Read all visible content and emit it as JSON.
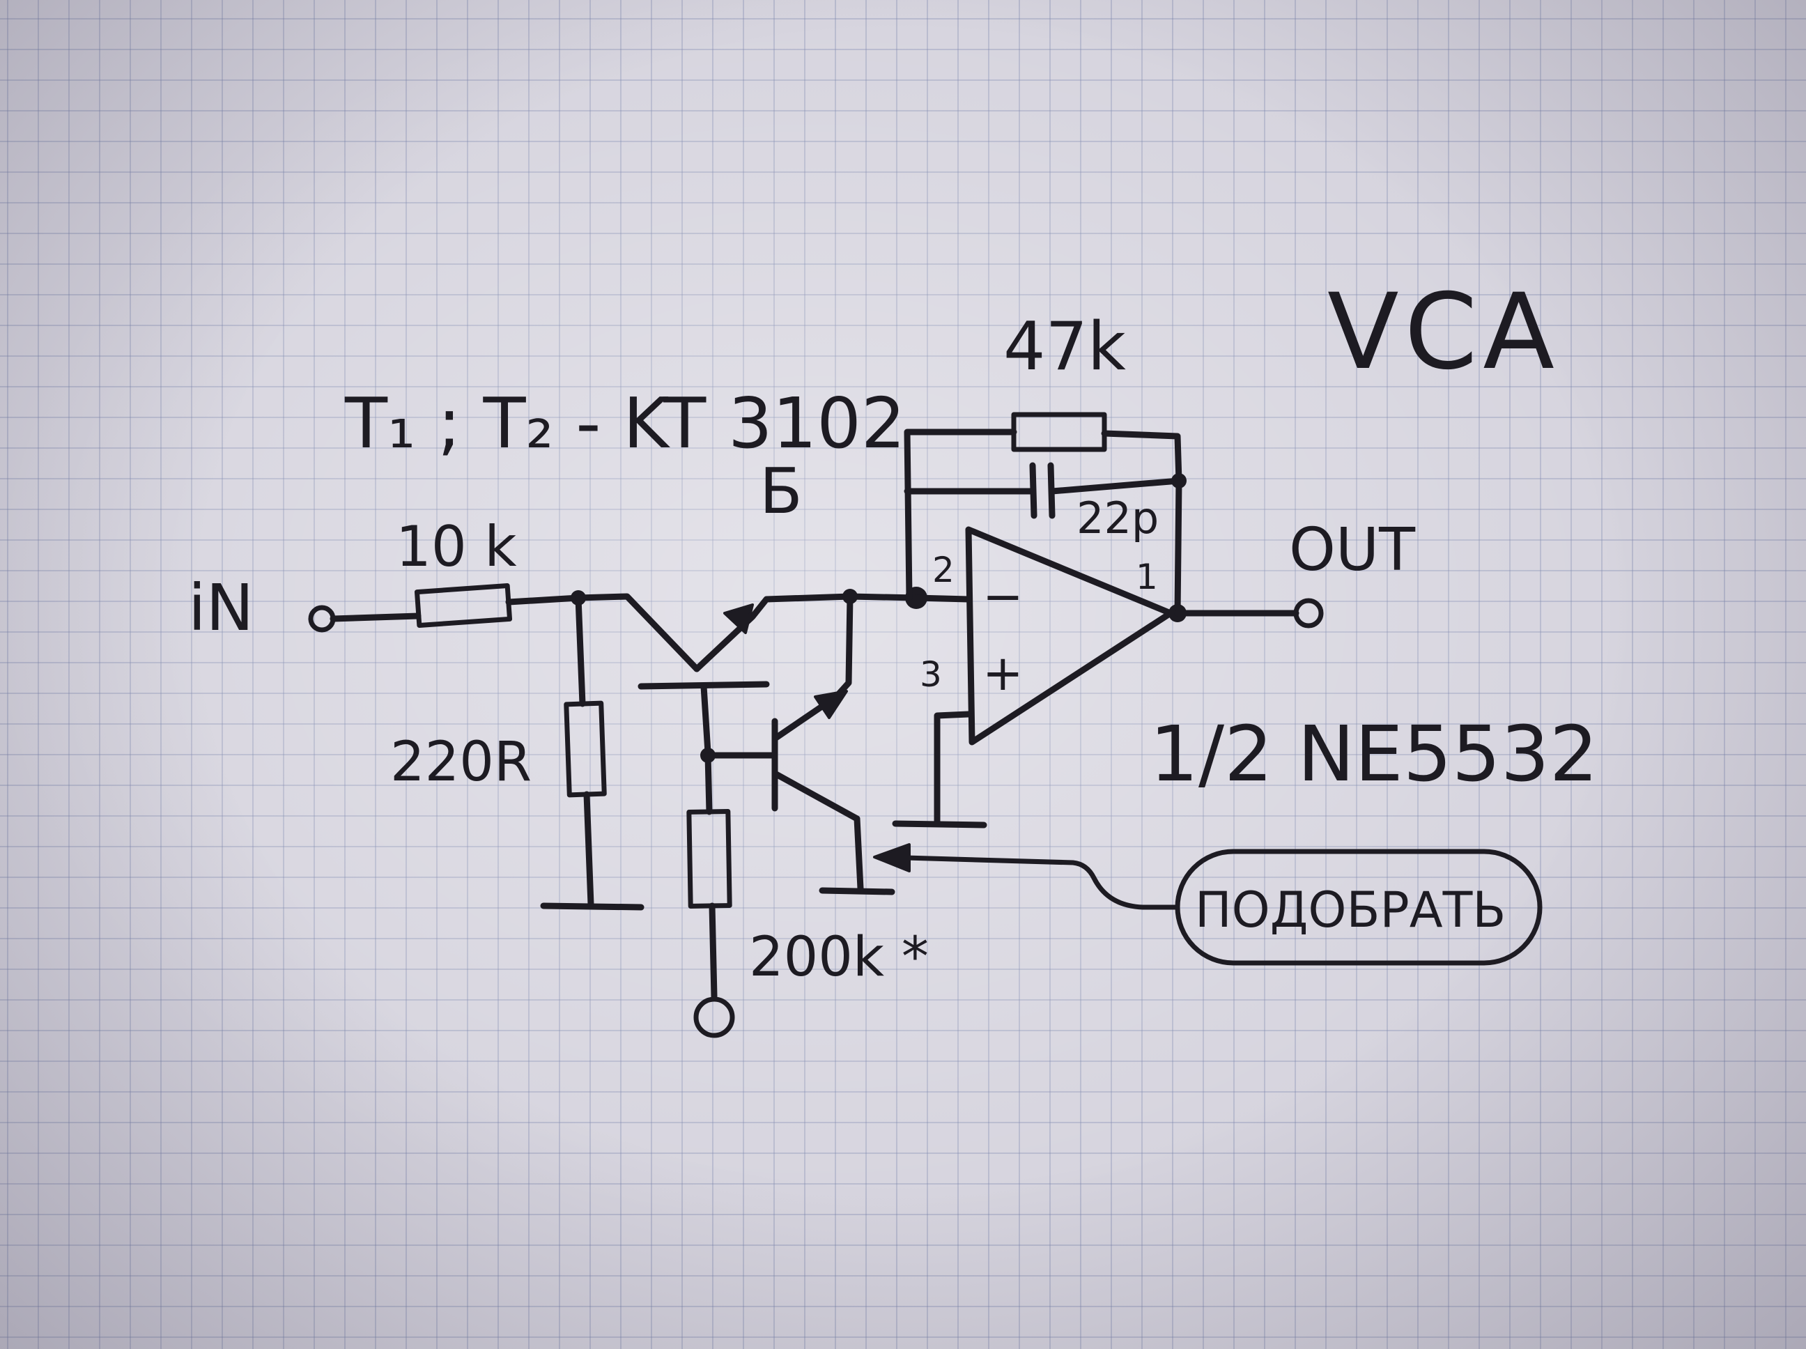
{
  "title": "VCA",
  "transistor_note": {
    "line1": "T₁ ; T₂ - KT 3102",
    "line2": "Б"
  },
  "labels": {
    "input": "iN",
    "output": "OUT",
    "r_input": "10 k",
    "r_shunt": "220R",
    "r_bias": "200k *",
    "r_feedback": "47k",
    "c_feedback": "22p",
    "opamp": "1/2 NE5532",
    "pin_inverting": "2",
    "pin_noninverting": "3",
    "pin_output": "1",
    "minus_sign": "−",
    "plus_sign": "+",
    "callout": "ПОДОБРАТЬ"
  },
  "colors": {
    "ink": "#1d1b22",
    "paper": "#d6d4de",
    "grid": "#7882aa"
  }
}
